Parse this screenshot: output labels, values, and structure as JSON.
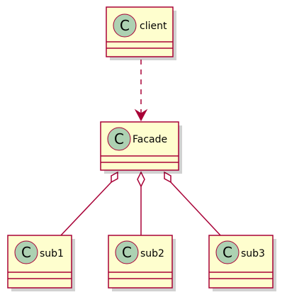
{
  "diagram": {
    "classes": {
      "client": {
        "icon": "C",
        "name": "client"
      },
      "facade": {
        "icon": "C",
        "name": "Facade"
      },
      "sub1": {
        "icon": "C",
        "name": "sub1"
      },
      "sub2": {
        "icon": "C",
        "name": "sub2"
      },
      "sub3": {
        "icon": "C",
        "name": "sub3"
      }
    },
    "relations": [
      {
        "from": "client",
        "to": "Facade",
        "type": "dependency"
      },
      {
        "from": "Facade",
        "to": "sub1",
        "type": "aggregation"
      },
      {
        "from": "Facade",
        "to": "sub2",
        "type": "aggregation"
      },
      {
        "from": "Facade",
        "to": "sub3",
        "type": "aggregation"
      }
    ],
    "colors": {
      "box_fill": "#fefece",
      "border": "#a80036",
      "class_icon": "#add1b2"
    }
  }
}
